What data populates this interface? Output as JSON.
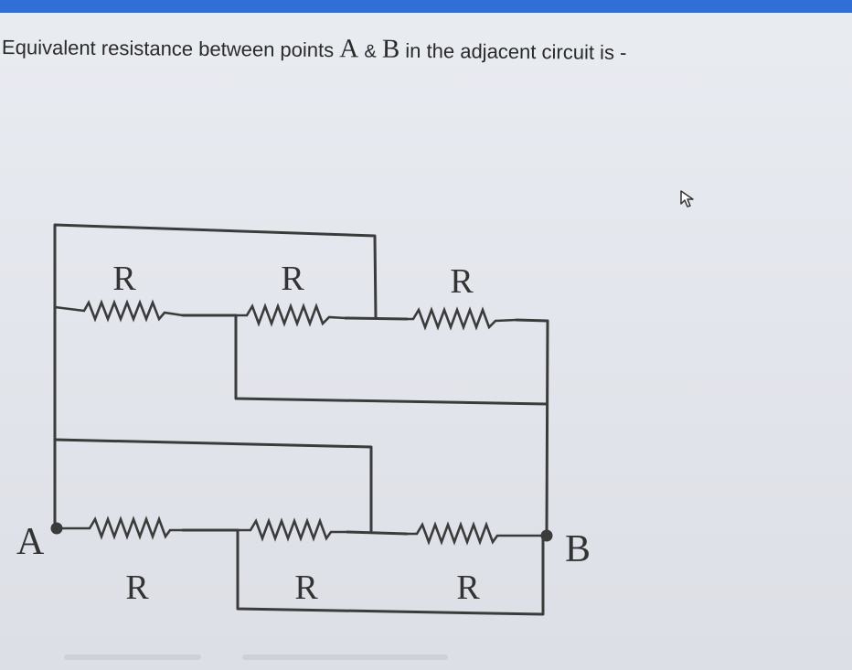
{
  "colors": {
    "top_bar": "#2f6fd6",
    "wire": "#3b3b3b",
    "text": "#2a2a2a"
  },
  "question": {
    "prefix": "Equivalent resistance between points",
    "point_a": "A",
    "amp": "&",
    "point_b": "B",
    "suffix": "in the adjacent circuit is -"
  },
  "circuit": {
    "point_a_label": "A",
    "point_b_label": "B",
    "resistors_top": [
      {
        "label": "R"
      },
      {
        "label": "R"
      },
      {
        "label": "R"
      }
    ],
    "resistors_bottom": [
      {
        "label": "R"
      },
      {
        "label": "R"
      },
      {
        "label": "R"
      }
    ]
  },
  "icons": {
    "cursor": "mouse-pointer-icon"
  }
}
